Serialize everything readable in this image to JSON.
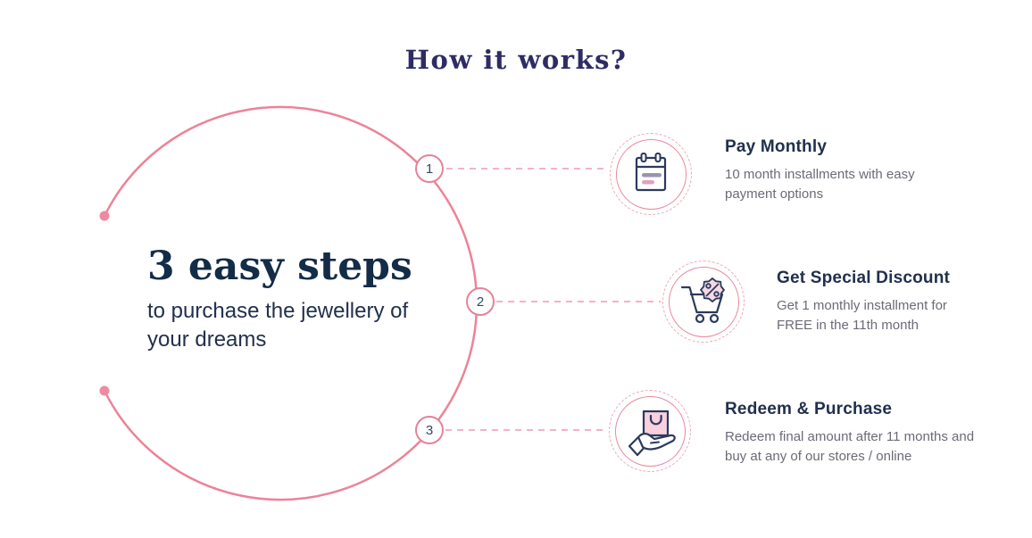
{
  "page": {
    "title": "How it works?"
  },
  "hero": {
    "heading": "3 easy steps",
    "subheading": "to purchase the jewellery of your dreams"
  },
  "steps": [
    {
      "number": "1",
      "icon": "calendar-icon",
      "title": "Pay Monthly",
      "description": "10 month installments with easy payment options"
    },
    {
      "number": "2",
      "icon": "cart-discount-icon",
      "title": "Get Special Discount",
      "description": "Get 1 monthly installment for FREE in the 11th month"
    },
    {
      "number": "3",
      "icon": "hand-bag-icon",
      "title": "Redeem & Purchase",
      "description": "Redeem final amount after 11 months and buy at any of our stores / online"
    }
  ],
  "colors": {
    "accent_pink": "#ec8398",
    "dashed_pink": "#f3b3c3",
    "title_indigo": "#2e2c64",
    "heading_navy": "#132c47",
    "step_title_navy": "#20304e",
    "body_gray": "#6b6b78",
    "icon_navy": "#2b3a5c",
    "icon_pink_fill": "#f8d7e3"
  }
}
